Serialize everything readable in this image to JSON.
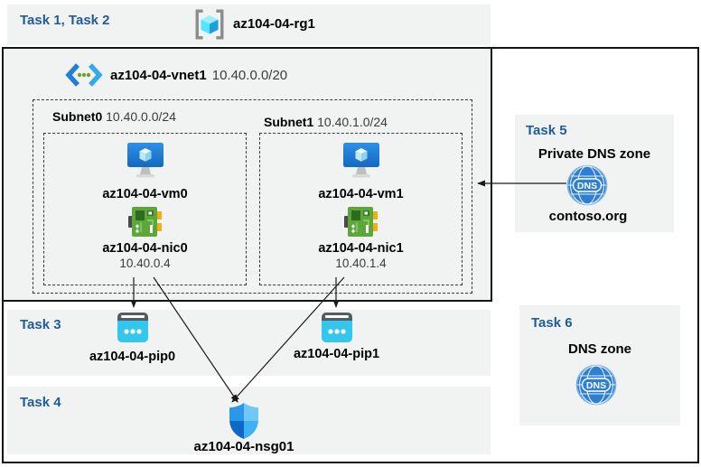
{
  "colors": {
    "accent_blue": "#1F5C99",
    "panel_gray": "#F1F2F2",
    "border_black": "#141414",
    "muted_text": "#3B3B3B",
    "azure_blue": "#1E7FD8",
    "nic_green": "#5CA63C",
    "pip_cyan": "#33C7EE",
    "dns_blue": "#2E7FD2"
  },
  "header": {
    "tasks_label": "Task 1, Task 2",
    "resource_group": "az104-04-rg1"
  },
  "vnet": {
    "name": "az104-04-vnet1",
    "cidr": "10.40.0.0/20"
  },
  "subnets": [
    {
      "name": "Subnet0",
      "cidr": "10.40.0.0/24",
      "vm": "az104-04-vm0",
      "nic": "az104-04-nic0",
      "ip": "10.40.0.4"
    },
    {
      "name": "Subnet1",
      "cidr": "10.40.1.0/24",
      "vm": "az104-04-vm1",
      "nic": "az104-04-nic1",
      "ip": "10.40.1.4"
    }
  ],
  "task3": {
    "label": "Task 3",
    "pip0": "az104-04-pip0",
    "pip1": "az104-04-pip1"
  },
  "task4": {
    "label": "Task 4",
    "nsg": "az104-04-nsg01"
  },
  "task5": {
    "label": "Task 5",
    "title": "Private DNS zone",
    "zone": "contoso.org"
  },
  "task6": {
    "label": "Task 6",
    "title": "DNS zone"
  },
  "icons": {
    "resource_group": "brackets-cube-icon",
    "vnet": "vnet-chevrons-icon",
    "vm": "vm-monitor-icon",
    "nic": "nic-card-icon",
    "public_ip": "public-ip-icon",
    "nsg": "shield-icon",
    "dns": "dns-globe-icon"
  }
}
